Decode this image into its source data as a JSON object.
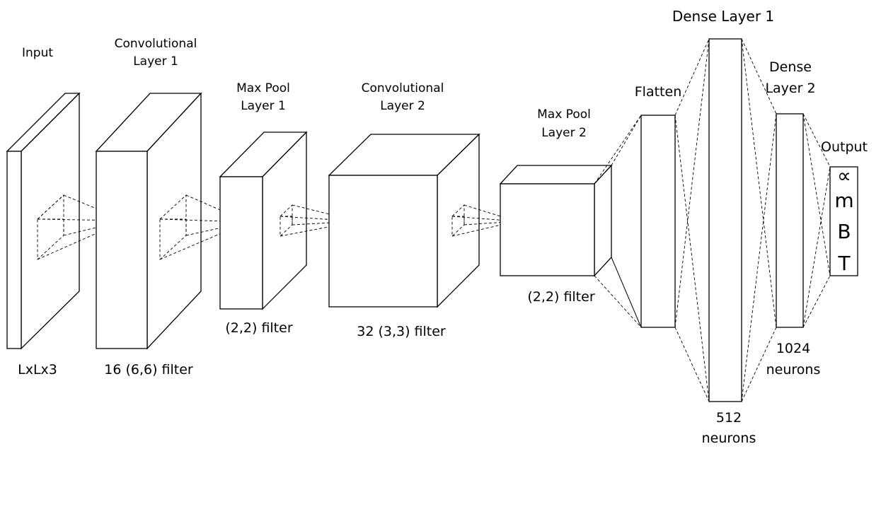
{
  "labels": {
    "input_title": "Input",
    "input_dims": "LxLx3",
    "conv1_title_1": "Convolutional",
    "conv1_title_2": "Layer 1",
    "conv1_filter": "16 (6,6) filter",
    "pool1_title_1": "Max Pool",
    "pool1_title_2": "Layer 1",
    "pool1_filter": "(2,2) filter",
    "conv2_title_1": "Convolutional",
    "conv2_title_2": "Layer 2",
    "conv2_filter": "32 (3,3) filter",
    "pool2_title_1": "Max Pool",
    "pool2_title_2": "Layer 2",
    "pool2_filter": "(2,2) filter",
    "flatten_title": "Flatten",
    "dense1_title": "Dense Layer 1",
    "dense1_count": "512",
    "dense1_unit": "neurons",
    "dense2_title_1": "Dense",
    "dense2_title_2": "Layer 2",
    "dense2_count": "1024",
    "dense2_unit": "neurons",
    "output_title": "Output",
    "output_items": [
      "∝",
      "m",
      "B",
      "T"
    ]
  }
}
